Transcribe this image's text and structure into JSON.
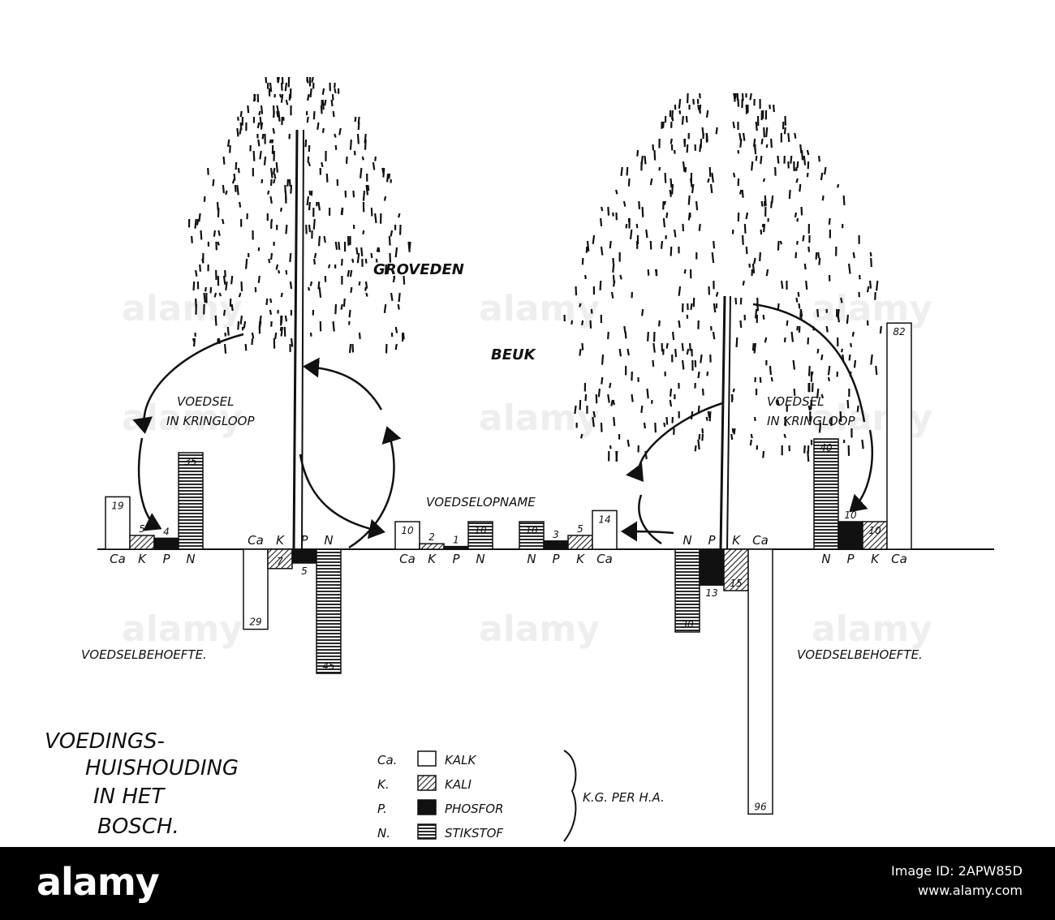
{
  "diagram": {
    "title_lines": [
      "VOEDINGS-",
      "HUISHOUDING",
      "IN HET",
      "BOSCH."
    ],
    "tree_labels": {
      "left": "GROVEDEN",
      "right": "BEUK"
    },
    "cycle_labels": {
      "left_line1": "VOEDSEL",
      "left_line2": "IN KRINGLOOP",
      "right_line1": "VOEDSEL",
      "right_line2": "IN KRINGLOOP"
    },
    "uptake_label": "VOEDSELOPNAME",
    "need_labels": {
      "left": "VOEDSELBEHOEFTE.",
      "right": "VOEDSELBEHOEFTE."
    },
    "unit": "K.G. PER H.A.",
    "legend": [
      {
        "abbr": "Ca.",
        "name": "KALK",
        "pattern": "white"
      },
      {
        "abbr": "K.",
        "name": "KALI",
        "pattern": "diagonal"
      },
      {
        "abbr": "P.",
        "name": "PHOSFOR",
        "pattern": "black"
      },
      {
        "abbr": "N.",
        "name": "STIKSTOF",
        "pattern": "horizontal"
      }
    ],
    "groups": {
      "pine_cycle": {
        "order": [
          "Ca",
          "K",
          "P",
          "N"
        ],
        "values": [
          19,
          5,
          4,
          35
        ]
      },
      "pine_need_top_labels": [
        "Ca",
        "K",
        "P",
        "N"
      ],
      "pine_need": {
        "order": [
          "Ca",
          "K",
          "P",
          "N"
        ],
        "values": [
          29,
          7,
          5,
          45
        ]
      },
      "pine_uptake": {
        "order": [
          "Ca",
          "K",
          "P",
          "N"
        ],
        "values": [
          10,
          2,
          1,
          10
        ]
      },
      "beech_uptake": {
        "order": [
          "N",
          "P",
          "K",
          "Ca"
        ],
        "values": [
          10,
          3,
          5,
          14
        ]
      },
      "beech_need_top_labels": [
        "N",
        "P",
        "K",
        "Ca"
      ],
      "beech_need": {
        "order": [
          "N",
          "P",
          "K",
          "Ca"
        ],
        "values": [
          30,
          13,
          15,
          96
        ]
      },
      "beech_cycle": {
        "order": [
          "N",
          "P",
          "K",
          "Ca"
        ],
        "values": [
          40,
          10,
          10,
          82
        ]
      }
    }
  },
  "watermark": "alamy",
  "footer": {
    "brand": "alamy",
    "image_id_label": "Image ID: 2APW85D",
    "url": "www.alamy.com"
  }
}
